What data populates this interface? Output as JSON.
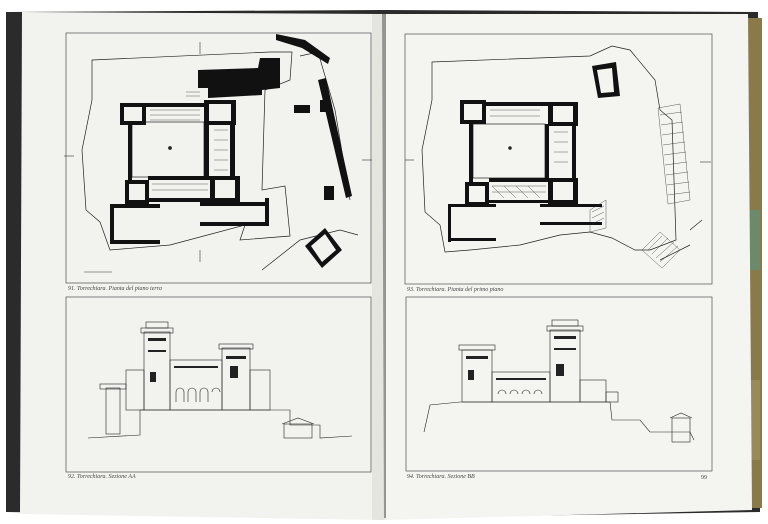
{
  "pages": {
    "left": {
      "captions": [
        "91. Torrechiara. Pianta del piano terra",
        "92. Torrechiara. Sezione AA"
      ]
    },
    "right": {
      "captions": [
        "93. Torrechiara. Pianta del primo piano",
        "94. Torrechiara. Sezione BB"
      ],
      "page_number": "99"
    }
  },
  "colors": {
    "paper": "#f3f3f0",
    "cover": "#2b2b2b",
    "ink": "#222222"
  }
}
